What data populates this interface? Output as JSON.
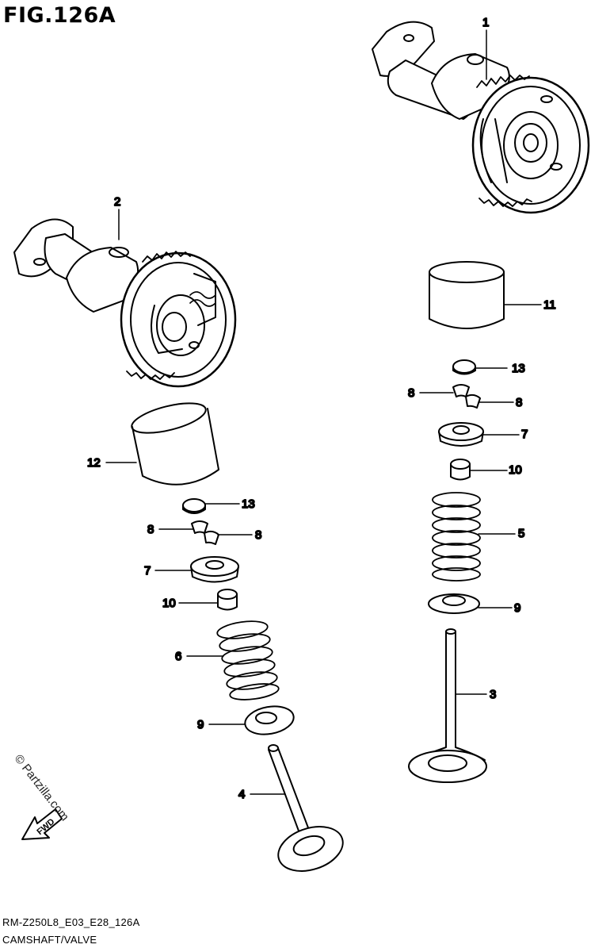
{
  "figure": {
    "title": "FIG.126A",
    "model_code": "RM-Z250L8_E03_E28_126A",
    "section_name": "CAMSHAFT/VALVE"
  },
  "watermark": "© Partzilla.com",
  "fwd_label": "FWD",
  "callouts": [
    "1",
    "2",
    "11",
    "13",
    "8",
    "8",
    "7",
    "10",
    "5",
    "9",
    "3",
    "12",
    "13",
    "8",
    "8",
    "7",
    "10",
    "6",
    "9",
    "4"
  ],
  "parts": [
    {
      "ref": "1",
      "part": "camshaft",
      "side": "right"
    },
    {
      "ref": "2",
      "part": "camshaft",
      "side": "left"
    },
    {
      "ref": "3",
      "part": "valve",
      "side": "right"
    },
    {
      "ref": "4",
      "part": "valve",
      "side": "left"
    },
    {
      "ref": "5",
      "part": "valve spring",
      "side": "right"
    },
    {
      "ref": "6",
      "part": "valve spring",
      "side": "left"
    },
    {
      "ref": "7",
      "part": "spring retainer",
      "side": "both"
    },
    {
      "ref": "8",
      "part": "cotter",
      "side": "both"
    },
    {
      "ref": "9",
      "part": "spring seat",
      "side": "both"
    },
    {
      "ref": "10",
      "part": "stem seal",
      "side": "both"
    },
    {
      "ref": "11",
      "part": "tappet",
      "side": "right"
    },
    {
      "ref": "12",
      "part": "tappet",
      "side": "left"
    },
    {
      "ref": "13",
      "part": "shim",
      "side": "both"
    }
  ]
}
